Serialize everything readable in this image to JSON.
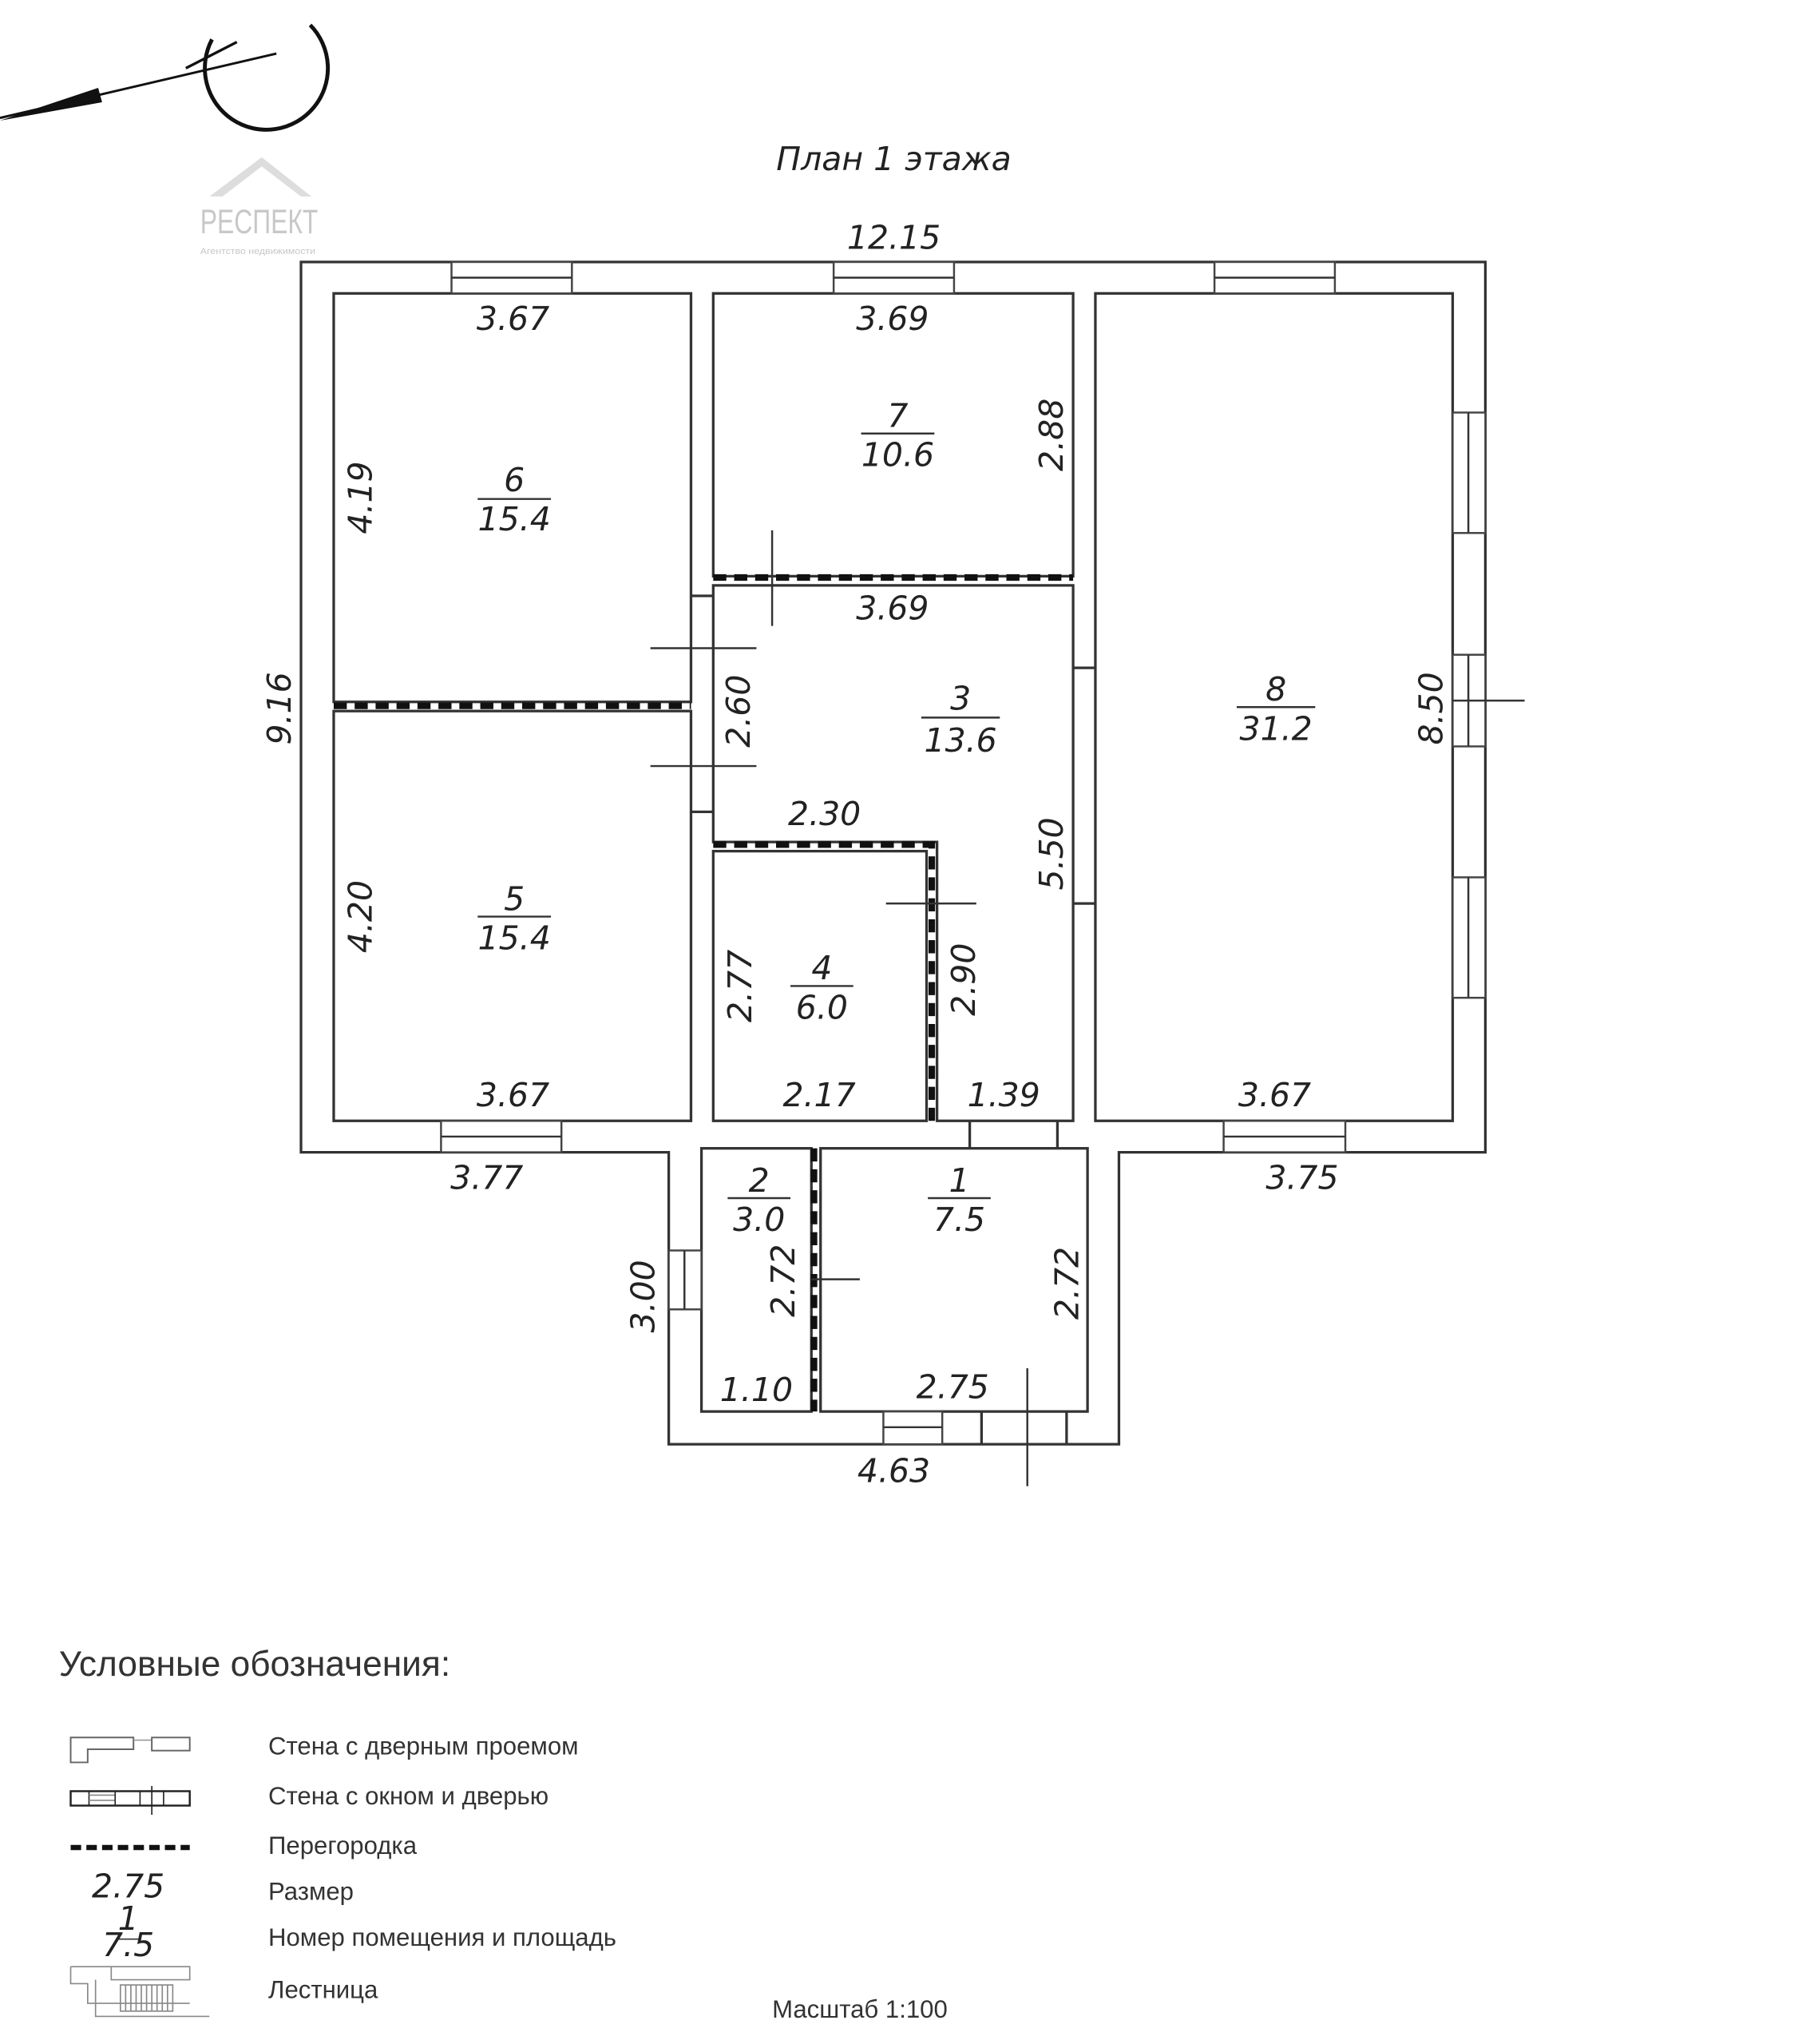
{
  "title": "План 1 этажа",
  "logo": {
    "name": "РЕСПЕКТ",
    "tagline": "Агентство недвижимости"
  },
  "rooms": [
    {
      "number": "1",
      "area": "7.5"
    },
    {
      "number": "2",
      "area": "3.0"
    },
    {
      "number": "3",
      "area": "13.6"
    },
    {
      "number": "4",
      "area": "6.0"
    },
    {
      "number": "5",
      "area": "15.4"
    },
    {
      "number": "6",
      "area": "15.4"
    },
    {
      "number": "7",
      "area": "10.6"
    },
    {
      "number": "8",
      "area": "31.2"
    }
  ],
  "dimensions": {
    "overall_width": "12.15",
    "overall_height": "9.16",
    "r6_width": "3.67",
    "r6_height": "4.19",
    "r7_width": "3.69",
    "r7_height": "2.88",
    "r3_width": "3.69",
    "r3_height": "2.60",
    "r3_inner": "2.30",
    "r3_right": "5.50",
    "r3_bottom": "1.39",
    "r4_height": "2.77",
    "r4_right": "2.90",
    "r4_width": "2.17",
    "r5_height": "4.20",
    "r5_width": "3.67",
    "r8_height": "8.50",
    "r8_width": "3.67",
    "left_ext": "3.77",
    "right_ext": "3.75",
    "porch_height": "3.00",
    "r2_height": "2.72",
    "r2_width": "1.10",
    "r1_height": "2.72",
    "r1_width": "2.75",
    "porch_width": "4.63"
  },
  "legend": {
    "heading": "Условные обозначения:",
    "items": [
      {
        "label": "Стена с дверным проемом"
      },
      {
        "label": "Стена с окном и дверью"
      },
      {
        "label": "Перегородка"
      },
      {
        "label": "Размер",
        "sample": "2.75"
      },
      {
        "label": "Номер помещения и площадь",
        "sample_num": "1",
        "sample_area": "7.5"
      },
      {
        "label": "Лестница"
      }
    ]
  },
  "scale": "Масштаб 1:100"
}
